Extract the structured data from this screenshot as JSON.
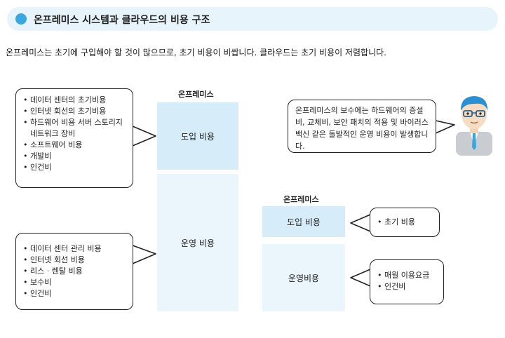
{
  "title": "온프레미스 시스템과 클라우드의 비용 구조",
  "intro": "온프레미스는 초기에 구입해야 할 것이 많으므로, 초기 비용이 비쌉니다. 클라우드는 초기 비용이 저렴합니다.",
  "onprem": {
    "label": "온프레미스",
    "intro_cost": "도입 비용",
    "ops_cost": "운영 비용",
    "intro_items": [
      "데이터 센터의 초기비용",
      "인터넷 회선의 초기비용",
      "하드웨어 비용 서버 스토리지 네트워크 장비",
      "소프트웨어 비용",
      "개발비",
      "인건비"
    ],
    "ops_items": [
      "데이터 센터 관리 비용",
      "인터넷 회선 비용",
      "리스 · 렌탈 비용",
      "보수비",
      "인건비"
    ]
  },
  "cloud": {
    "label": "온프레미스",
    "intro_cost": "도입 비용",
    "ops_cost": "운영비용",
    "intro_items": [
      "초기 비용"
    ],
    "ops_items": [
      "매월 이용요금",
      "인건비"
    ]
  },
  "maintenance_note": "온프레미스의 보수에는 하드웨어의 증설비, 교체비, 보안 패치의 적용 및 바이러스 백신 같은 돌발적인 운영 비용이 발생합니다.",
  "colors": {
    "accent": "#3aa7e0",
    "title_bg": "#e8f4fb",
    "intro_box": "#d6ecf8",
    "ops_box": "#eaf5fc"
  },
  "icons": [
    "bullet-dot-icon",
    "person-icon"
  ]
}
